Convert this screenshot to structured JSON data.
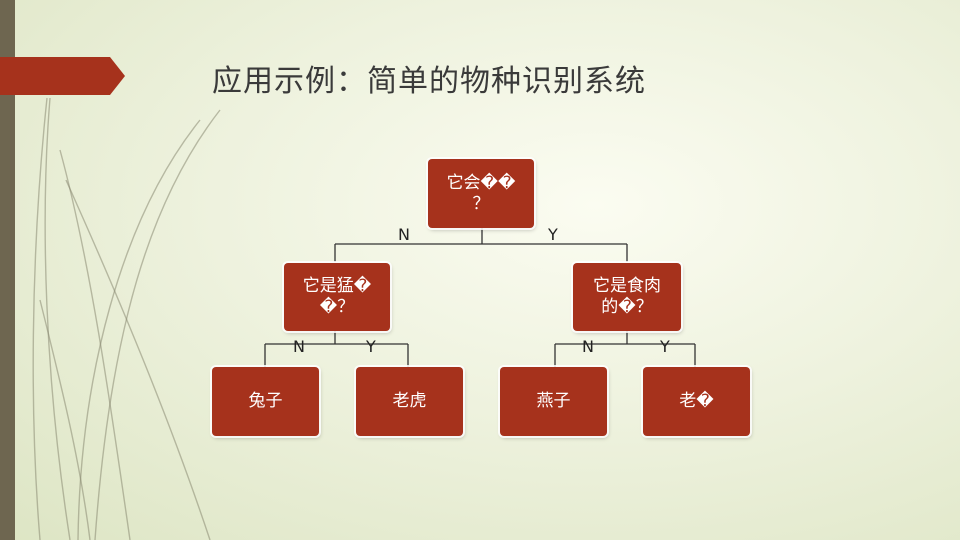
{
  "slide": {
    "title": "应用示例：简单的物种识别系统"
  },
  "tree": {
    "root": {
      "line1": "它会��",
      "line2": "？"
    },
    "left": {
      "line1": "它是猛�",
      "line2": "�？"
    },
    "right": {
      "line1": "它是食肉",
      "line2": "的�？"
    },
    "leaves": {
      "rabbit": "兔子",
      "tiger": "老虎",
      "swallow": "燕子",
      "eagle": "老�"
    },
    "edges": {
      "root_left": "N",
      "root_right": "Y",
      "left_left": "N",
      "left_right": "Y",
      "right_left": "N",
      "right_right": "Y"
    }
  },
  "colors": {
    "node_fill": "#a6321c",
    "accent": "#a6321c",
    "strip": "#6e6650"
  }
}
